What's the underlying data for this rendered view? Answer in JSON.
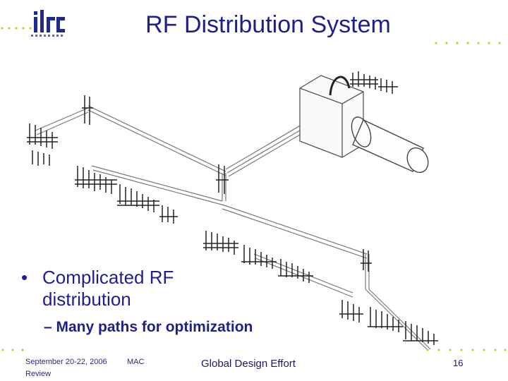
{
  "title": "RF Distribution System",
  "bullets": {
    "main": "Complicated RF distribution",
    "main_marker": "•",
    "sub": "– Many paths for optimization"
  },
  "footer": {
    "date": "September 20-22, 2006 Review",
    "mac": "MAC",
    "effort": "Global Design Effort",
    "page": "16"
  },
  "colors": {
    "title": "#1f1f8a",
    "dots": "#c8cc2a",
    "logo_blue": "#1f2a8c"
  }
}
